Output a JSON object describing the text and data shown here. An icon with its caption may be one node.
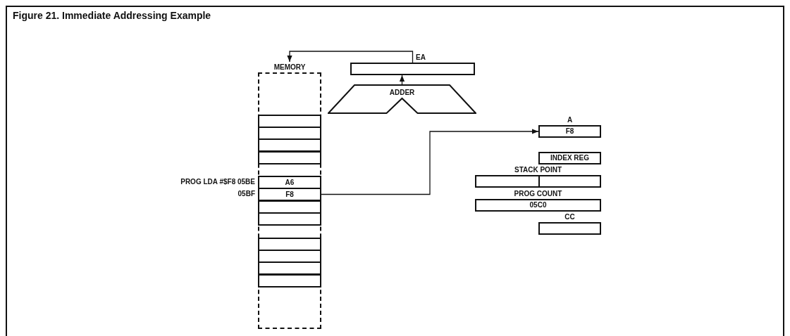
{
  "diagram": {
    "title": "Figure 21. Immediate Addressing Example",
    "nodes": [
      {
        "text": [
          "EA"
        ]
      },
      {
        "text": [
          "ADDER"
        ]
      },
      {
        "text": [
          "MEMORY"
        ]
      },
      {
        "text": [],
        "shape": "box",
        "in": 2
      },
      {
        "text": [],
        "shape": "box",
        "in": 2
      },
      {
        "text": [],
        "shape": "box",
        "in": 2
      },
      {
        "text": [],
        "shape": "box",
        "in": 2
      },
      {
        "text": [
          "A6"
        ],
        "in": 2,
        "beside": [
          "PROG LDA #$F8 05BE"
        ]
      },
      {
        "text": [
          "F8"
        ],
        "in": 2,
        "beside": [
          "05BF"
        ]
      },
      {
        "text": [],
        "shape": "box",
        "in": 2
      },
      {
        "text": [],
        "shape": "box",
        "in": 2
      },
      {
        "text": [],
        "shape": "box",
        "in": 2
      },
      {
        "text": [],
        "shape": "box",
        "in": 2
      },
      {
        "text": [],
        "shape": "box",
        "in": 2
      },
      {
        "text": [],
        "shape": "box",
        "in": 2
      },
      {
        "text": [
          "A",
          "F8"
        ]
      },
      {
        "text": [
          "INDEX REG"
        ]
      },
      {
        "text": [
          "STACK POINT"
        ]
      },
      {
        "text": [
          "PROG COUNT",
          "05C0"
        ]
      },
      {
        "text": [
          "CC"
        ]
      }
    ],
    "edges": [
      {
        "from": 0,
        "to": 2,
        "arrow": "to"
      },
      {
        "from": 1,
        "to": 0,
        "arrow": "to"
      },
      {
        "from": 8,
        "to": 15,
        "arrow": "to"
      }
    ]
  }
}
